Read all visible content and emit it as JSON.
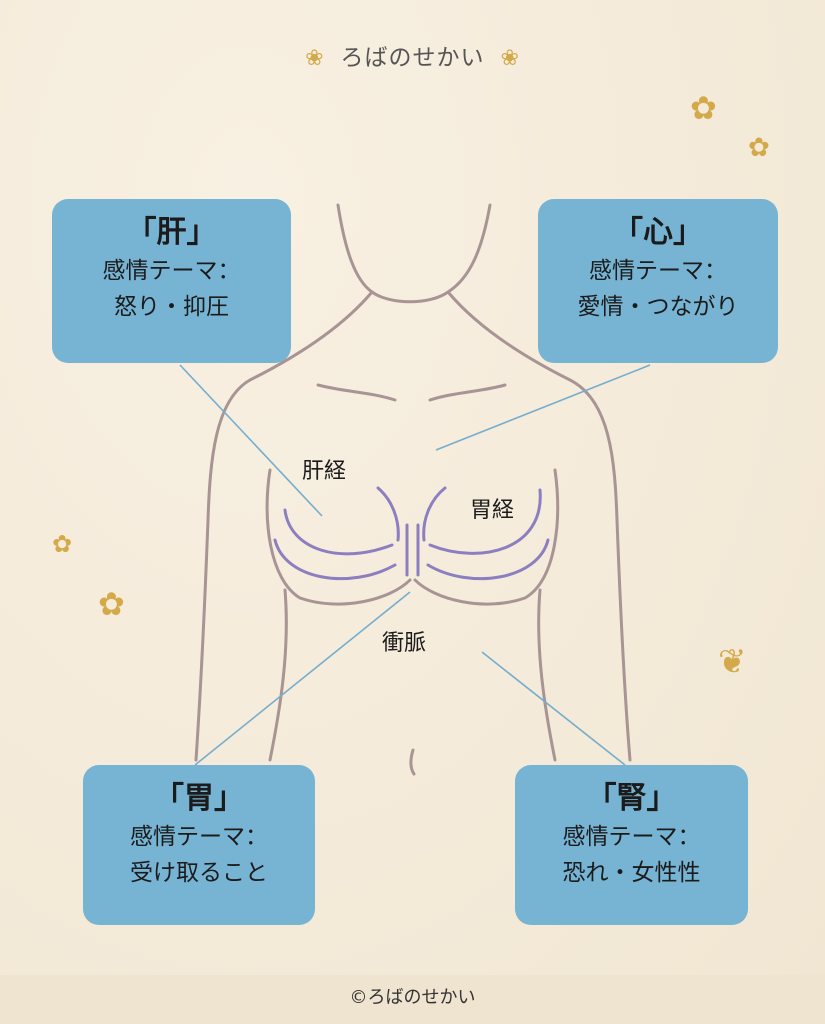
{
  "brand": {
    "title": "ろばのせかい"
  },
  "boxes": [
    {
      "organ": "「肝」",
      "theme_label": "感情テーマ：",
      "theme": "怒り・抑圧"
    },
    {
      "organ": "「心」",
      "theme_label": "感情テーマ：",
      "theme": "愛情・つながり"
    },
    {
      "organ": "「胃」",
      "theme_label": "感情テーマ：",
      "theme": "受け取ること"
    },
    {
      "organ": "「腎」",
      "theme_label": "感情テーマ：",
      "theme": "恐れ・女性性"
    }
  ],
  "meridians": {
    "liver": "肝経",
    "stomach": "胃経",
    "chong": "衝脈"
  },
  "footer": {
    "copyright": "©ろばのせかい"
  },
  "colors": {
    "box": "#77b4d4",
    "outline": "#a89494",
    "meridian": "#8c7fc0",
    "accent": "#d4a94a"
  }
}
